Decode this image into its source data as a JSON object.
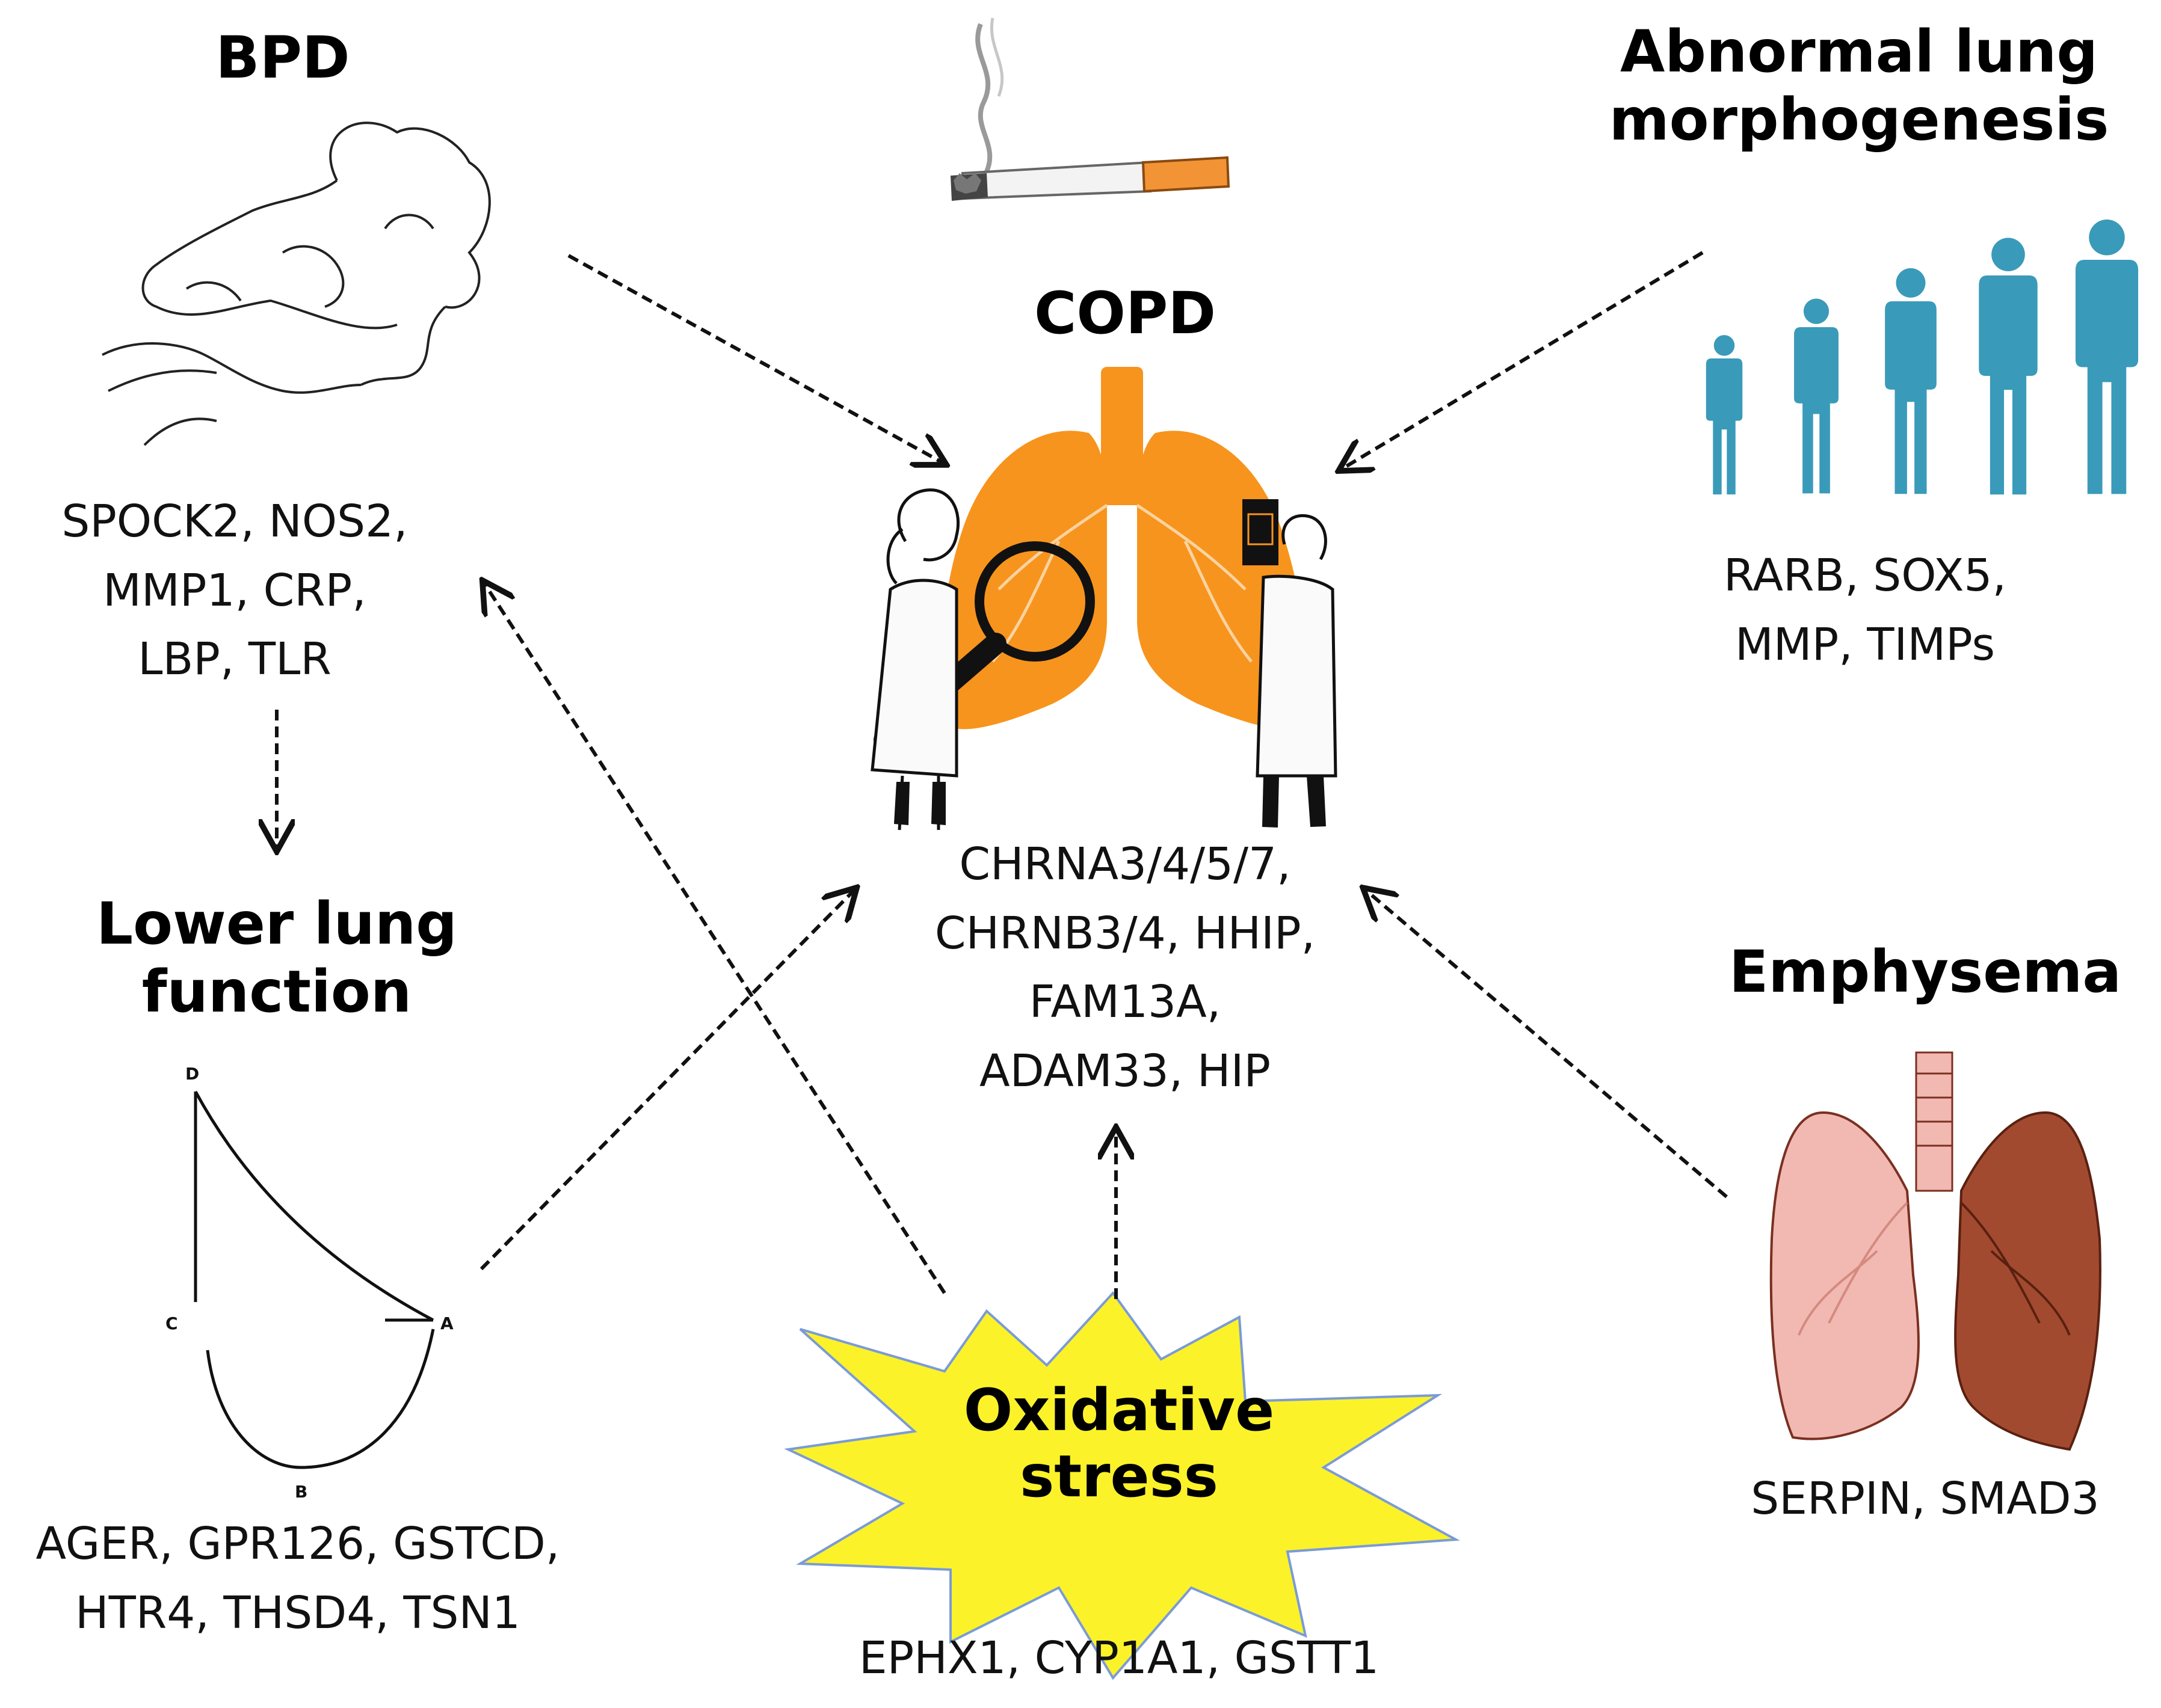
{
  "nodes": {
    "bpd": {
      "title": "BPD",
      "genes": [
        "SPOCK2, NOS2,",
        "MMP1, CRP,",
        "LBP, TLR"
      ]
    },
    "abnormal": {
      "title": [
        "Abnormal lung",
        "morphogenesis"
      ],
      "genes": [
        "RARB, SOX5,",
        "MMP, TIMPs"
      ]
    },
    "copd": {
      "title": "COPD",
      "genes": [
        "CHRNA3/4/5/7,",
        "CHRNB3/4, HHIP,",
        "FAM13A,",
        "ADAM33, HIP"
      ]
    },
    "lower": {
      "title": [
        "Lower lung",
        "function"
      ],
      "genes": [
        "AGER, GPR126, GSTCD,",
        "HTR4, THSD4, TSN1"
      ],
      "curve_points": [
        "D",
        "C",
        "A",
        "B"
      ]
    },
    "emphysema": {
      "title": "Emphysema",
      "genes": [
        "SERPIN, SMAD3"
      ]
    },
    "oxidative": {
      "title": [
        "Oxidative",
        "stress"
      ],
      "genes": [
        "EPHX1, CYP1A1, GSTT1"
      ]
    }
  },
  "colors": {
    "lung_orange": "#f7941d",
    "people_blue": "#3a9ab9",
    "emphysema_light": "#f2b9b2",
    "emphysema_dark": "#a24a30",
    "star_yellow": "#fbf22a",
    "arrow": "#111111"
  },
  "icons": [
    "cigarette-icon",
    "infant-sketch-icon",
    "growth-silhouettes-icon",
    "lungs-with-doctors-icon",
    "pressure-volume-curve-icon",
    "emphysema-lungs-icon",
    "star-burst-icon"
  ]
}
